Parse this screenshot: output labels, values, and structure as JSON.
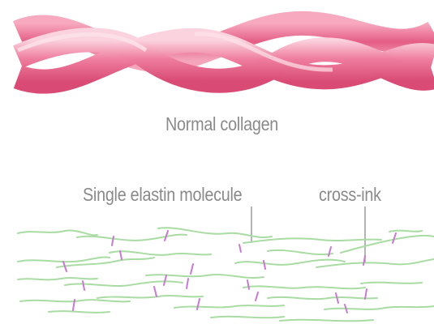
{
  "labels": {
    "normal_collagen": "Normal collagen",
    "single_elastin_molecule": "Single elastin molecule",
    "cross_link": "cross-ink"
  },
  "colors": {
    "collagen_pink": "#e8587f",
    "collagen_light": "#f7b6c8",
    "elastin_green": "#a9dca3",
    "crosslink_purple": "#c77ad0",
    "pointer_gray": "#9a9a9a",
    "label_gray": "#8a8a8a"
  }
}
